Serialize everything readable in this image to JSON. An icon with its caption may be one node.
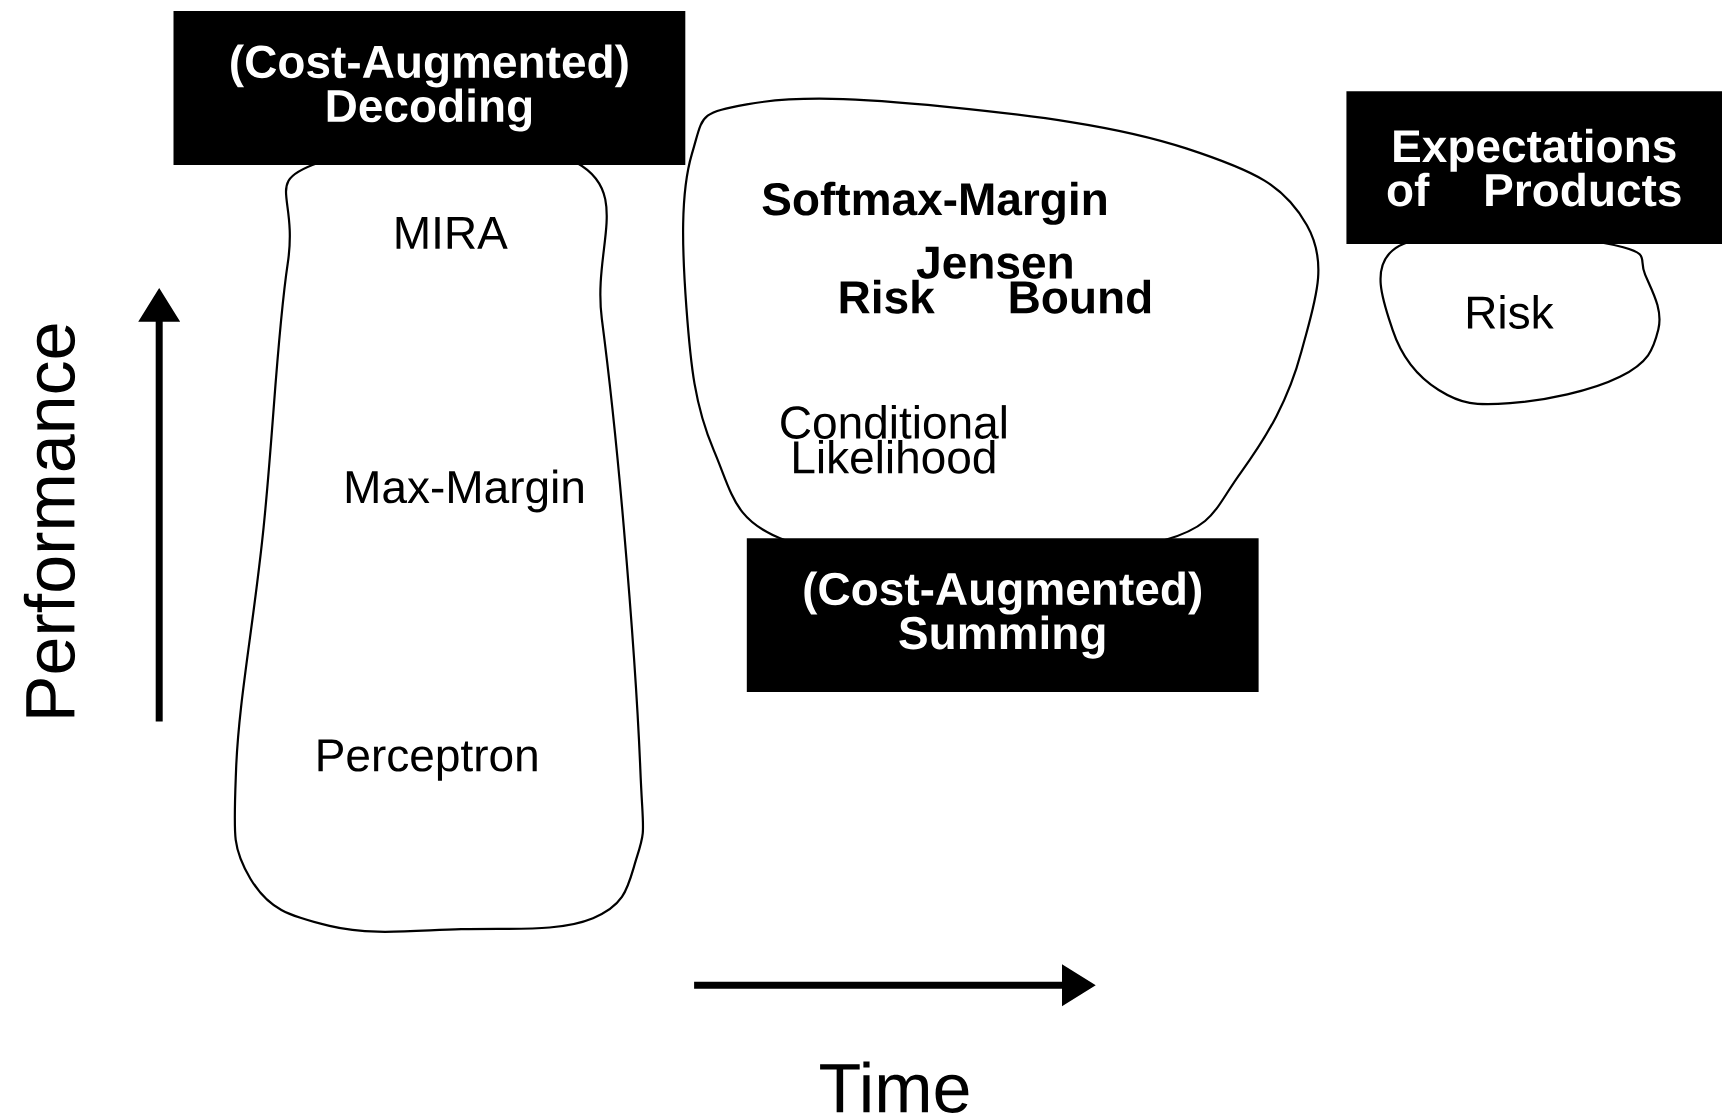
{
  "diagram": {
    "nodes": [
      {
        "text": [
          "(Cost-Augmented) Decoding"
        ]
      },
      {
        "text": [
          "MIRA",
          "Max-Margin",
          "Perceptron"
        ]
      },
      {
        "text": [
          "Softmax-Margin",
          "Jensen Risk Bound",
          "Conditional Likelihood"
        ]
      },
      {
        "text": [
          "(Cost-Augmented) Summing"
        ]
      },
      {
        "text": [
          "Expectations of Products"
        ]
      },
      {
        "text": [
          "Risk"
        ]
      }
    ],
    "edges": [],
    "labels": [
      "Performance",
      "Time"
    ]
  }
}
